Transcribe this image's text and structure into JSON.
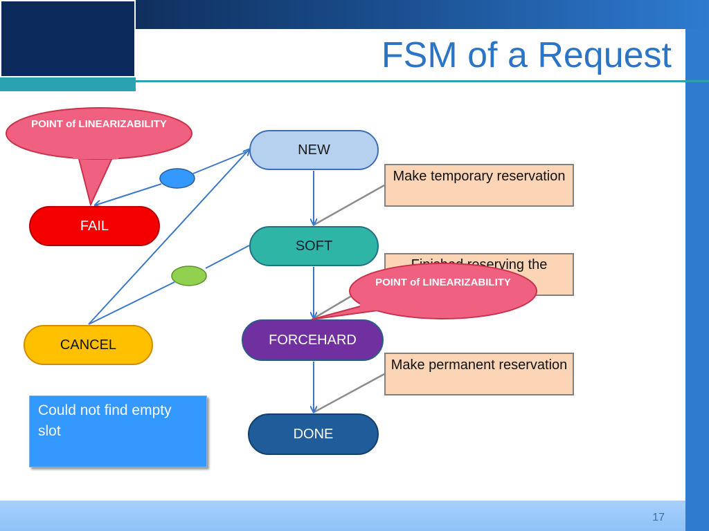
{
  "slide": {
    "title": "FSM of a Request",
    "page_number": "17"
  },
  "states": {
    "new": "NEW",
    "soft": "SOFT",
    "forcehard": "FORCEHARD",
    "done": "DONE",
    "fail": "FAIL",
    "cancel": "CANCEL"
  },
  "notes": {
    "temporary": "Make temporary reservation",
    "finished": "Finished reserving the",
    "permanent": "Make permanent reservation",
    "could_not": "Could not find empty slot"
  },
  "callouts": {
    "upper": "POINT of LINEARIZABILITY",
    "lower": "POINT of LINEARIZABILITY"
  },
  "colors": {
    "title": "#2b74c6",
    "callout_fill": "#f06080",
    "arrow": "#3a78c9",
    "blue_dot": "#3399ff",
    "green_dot": "#92d050"
  }
}
